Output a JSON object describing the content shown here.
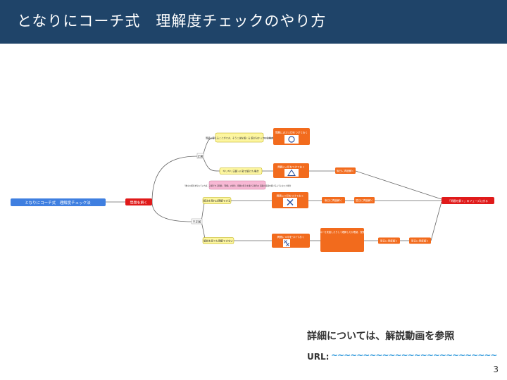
{
  "header": {
    "title": "となりにコーチ式　理解度チェックのやり方"
  },
  "diagram": {
    "root": "となりにコーチ式　理解度チェック法",
    "center": "問題を解く",
    "branch_correct": "正解",
    "branch_incorrect": "不正解",
    "note_understood": "問題に答えることができ、そうこ説を解くる 筋が分かっている場合",
    "note_guess": "ギリギリ正解 or 勘で解けた場合",
    "note_explain": "「数々の相当を知っていれば、正解できる問題」「理解」の場合、問題の答えを書ける場合の 基礎の基礎を解けるようになった場合",
    "note_wrong_step": "解法を見れば理解できる",
    "note_dont_understand": "解説を見ても理解できない",
    "mark_circle": "問題に丸で○印をつけておく",
    "mark_triangle": "問題に△印をつけておく",
    "mark_x": "問題に×印をつけておく",
    "mark_xx": "問題に×印をつけておく",
    "action_redo_1": "後日に再度解く",
    "action_redo_2": "後日に再度解く",
    "action_redo_3": "翌日に再度解く",
    "action_again_1": "翌日に再度解く",
    "action_again_2": "翌日に再度解く",
    "advice": "理解を分からせたり、テキストを見直したりして理解したか確認、授業の解説動画を見てください",
    "final": "「問題を解く」のフェーズに戻る",
    "icon_circle": "circle-symbol",
    "icon_triangle": "triangle-symbol",
    "icon_x": "x-symbol",
    "icon_xx": "double-x-symbol"
  },
  "footer": {
    "detail": "詳細については、解説動画を参照",
    "url_label": "URL:",
    "url_value": "~~~~~~~~~~~~~~~~~~~~~~~~~~"
  },
  "page_number": "3",
  "colors": {
    "header_bg": "#1f4469",
    "node_orange": "#f26b1d",
    "node_red": "#e01a1a",
    "node_blue": "#3f7fe0",
    "note_yellow": "#fdf6a0",
    "note_pink": "#f7b8d4"
  }
}
